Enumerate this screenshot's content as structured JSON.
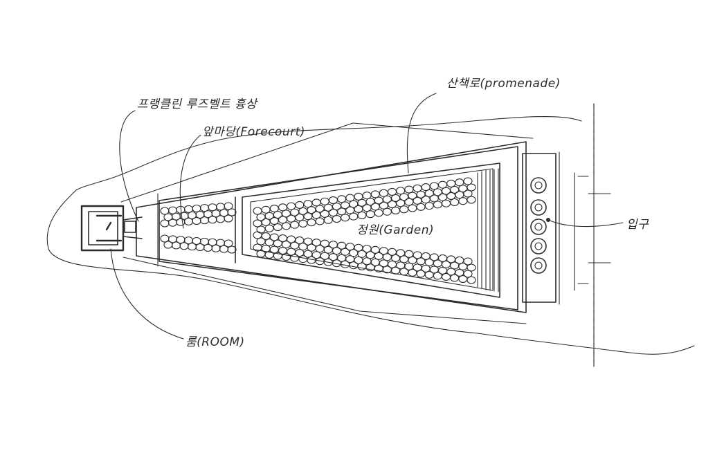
{
  "labels": {
    "promenade": "산책로(promenade)",
    "frank_lloyd": "프랭클린 루즈벨트 흉상",
    "forecourt": "앞마당(Forecourt)",
    "garden": "정원(Garden)",
    "entrance": "입구",
    "room": "룸(ROOM)"
  }
}
